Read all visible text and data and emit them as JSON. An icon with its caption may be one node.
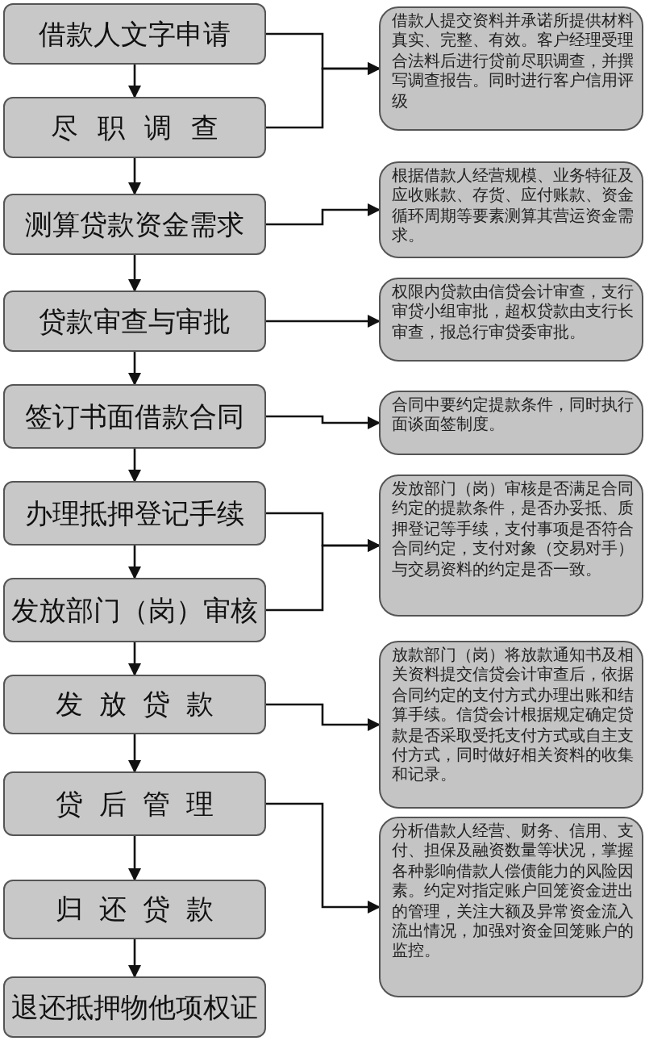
{
  "diagram": {
    "nodes": [
      {
        "text": [
          "借款人文字申请"
        ]
      },
      {
        "text": [
          "尽职调查"
        ]
      },
      {
        "text": [
          "测算贷款资金需求"
        ]
      },
      {
        "text": [
          "贷款审查与审批"
        ]
      },
      {
        "text": [
          "签订书面借款合同"
        ]
      },
      {
        "text": [
          "办理抵押登记手续"
        ]
      },
      {
        "text": [
          "发放部门（岗）审核"
        ]
      },
      {
        "text": [
          "发放贷款"
        ]
      },
      {
        "text": [
          "贷后管理"
        ]
      },
      {
        "text": [
          "归还贷款"
        ]
      },
      {
        "text": [
          "退还抵押物他项权证"
        ]
      },
      {
        "text": [
          "借款人提交资料并承诺所提供材料真实、完整、有效。客户经理受理合法料后进行贷前尽职调查，并撰写调查报告。同时进行客户信用评级"
        ]
      },
      {
        "text": [
          "根据借款人经营规模、业务特征及应收账款、存货、应付账款、资金循环周期等要素测算其营运资金需求。"
        ]
      },
      {
        "text": [
          "权限内贷款由信贷会计审查，支行审贷小组审批，超权贷款由支行长审查，报总行审贷委审批。"
        ]
      },
      {
        "text": [
          "合同中要约定提款条件，同时执行面谈面签制度。"
        ]
      },
      {
        "text": [
          "发放部门（岗）审核是否满足合同约定的提款条件，是否办妥抵、质押登记等手续，支付事项是否符合合同约定，支付对象（交易对手）与交易资料的约定是否一致。"
        ]
      },
      {
        "text": [
          "放款部门（岗）将放款通知书及相关资料提交信贷会计审查后，依据合同约定的支付方式办理出账和结算手续。信贷会计根据规定确定贷款是否采取受托支付方式或自主支付方式，同时做好相关资料的收集和记录。"
        ]
      },
      {
        "text": [
          "分析借款人经营、财务、信用、支付、担保及融资数量等状况，掌握各种影响借款人偿债能力的风险因素。约定对指定账户回笼资金进出的管理，关注大额及异常资金流入流出情况，加强对资金回笼账户的监控。"
        ]
      }
    ],
    "edges": [
      {
        "from": 0,
        "to": 1,
        "arrow": "to"
      },
      {
        "from": 1,
        "to": 2,
        "arrow": "to"
      },
      {
        "from": 2,
        "to": 3,
        "arrow": "to"
      },
      {
        "from": 3,
        "to": 4,
        "arrow": "to"
      },
      {
        "from": 4,
        "to": 5,
        "arrow": "to"
      },
      {
        "from": 5,
        "to": 6,
        "arrow": "to"
      },
      {
        "from": 6,
        "to": 7,
        "arrow": "to"
      },
      {
        "from": 7,
        "to": 8,
        "arrow": "to"
      },
      {
        "from": 8,
        "to": 9,
        "arrow": "to"
      },
      {
        "from": 9,
        "to": 10,
        "arrow": "to"
      },
      {
        "from": 0,
        "to": 11,
        "arrow": "to"
      },
      {
        "from": 1,
        "to": 11,
        "arrow": "to"
      },
      {
        "from": 2,
        "to": 12,
        "arrow": "to"
      },
      {
        "from": 3,
        "to": 13,
        "arrow": "to"
      },
      {
        "from": 4,
        "to": 14,
        "arrow": "to"
      },
      {
        "from": 5,
        "to": 15,
        "arrow": "to"
      },
      {
        "from": 6,
        "to": 15,
        "arrow": "to"
      },
      {
        "from": 7,
        "to": 16,
        "arrow": "to"
      },
      {
        "from": 8,
        "to": 17,
        "arrow": "to"
      }
    ]
  }
}
